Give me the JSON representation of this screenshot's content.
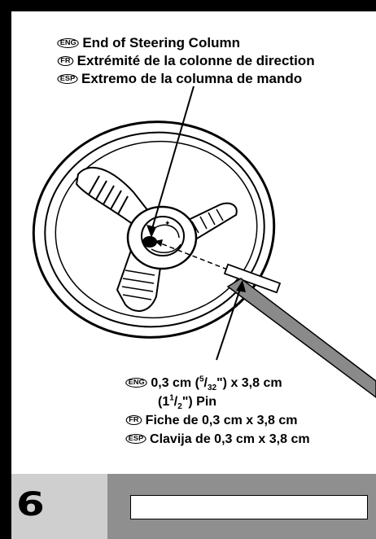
{
  "top_callout": {
    "eng": {
      "badge": "ENG",
      "text": "End of Steering Column"
    },
    "fr": {
      "badge": "FR",
      "text": "Extrémité de la colonne de direction"
    },
    "esp": {
      "badge": "ESP",
      "text": "Extremo de la columna de mando"
    }
  },
  "bottom_callout": {
    "eng": {
      "badge": "ENG",
      "line1_a": "0,3 cm (",
      "frac1_num": "5",
      "frac1_den": "32",
      "line1_b": "\") x 3,8 cm",
      "line2_a": "(1",
      "frac2_num": "1",
      "frac2_den": "2",
      "line2_b": "\") Pin"
    },
    "fr": {
      "badge": "FR",
      "text": "Fiche de 0,3 cm x 3,8 cm"
    },
    "esp": {
      "badge": "ESP",
      "text": "Clavija de 0,3 cm x 3,8 cm"
    }
  },
  "footer": {
    "step_number": "6"
  }
}
